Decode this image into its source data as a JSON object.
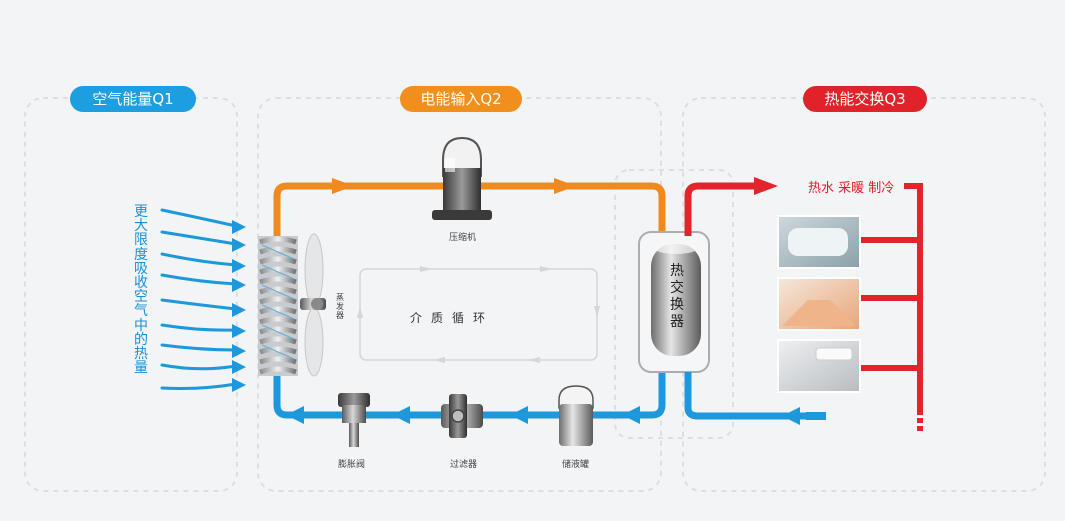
{
  "sections": [
    {
      "label": "空气能量Q1",
      "color": "#1d9ee0"
    },
    {
      "label": "电能输入Q2",
      "color": "#f18f1c"
    },
    {
      "label": "热能交换Q3",
      "color": "#e0232a"
    }
  ],
  "air_text": "更大限度吸收空气中的热量",
  "components": {
    "compressor": "压缩机",
    "evaporator": "蒸发器",
    "expansion_valve": "膨胀阀",
    "filter": "过滤器",
    "receiver": "储液罐",
    "heat_exchanger": "热交换器"
  },
  "cycle_label": "介质循环",
  "output_label": "热水 采暖 制冷",
  "colors": {
    "hot": "#f08a1e",
    "cold": "#1e98dc",
    "water_hot": "#e4242b",
    "water_cold": "#1e98dc"
  }
}
